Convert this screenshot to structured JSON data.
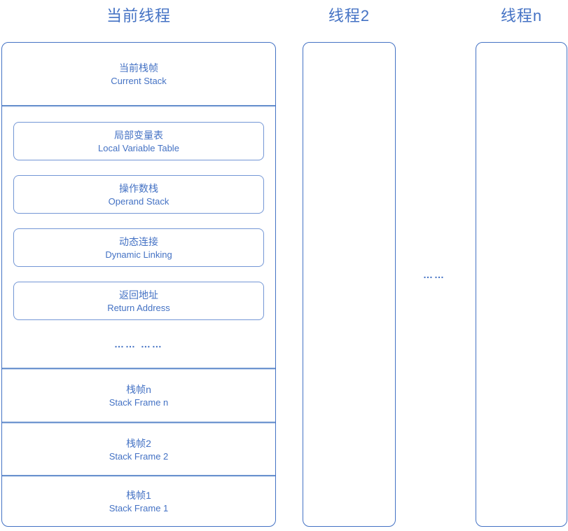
{
  "diagram": {
    "accent_color": "#4472C4",
    "inner_border_color": "#7396D5",
    "threads": {
      "current": {
        "title": "当前线程",
        "current_frame": {
          "zh": "当前栈帧",
          "en": "Current Stack"
        },
        "frame_parts": [
          {
            "zh": "局部变量表",
            "en": "Local Variable Table"
          },
          {
            "zh": "操作数栈",
            "en": "Operand Stack"
          },
          {
            "zh": "动态连接",
            "en": "Dynamic Linking"
          },
          {
            "zh": "返回地址",
            "en": "Return Address"
          }
        ],
        "parts_ellipsis": "…… ……",
        "stack_frames": [
          {
            "zh": "栈帧n",
            "en": "Stack Frame n"
          },
          {
            "zh": "栈帧2",
            "en": "Stack Frame 2"
          },
          {
            "zh": "栈帧1",
            "en": "Stack Frame 1"
          }
        ]
      },
      "thread2": {
        "title": "线程2"
      },
      "threadn": {
        "title": "线程n"
      },
      "more_threads_ellipsis": "……"
    }
  }
}
